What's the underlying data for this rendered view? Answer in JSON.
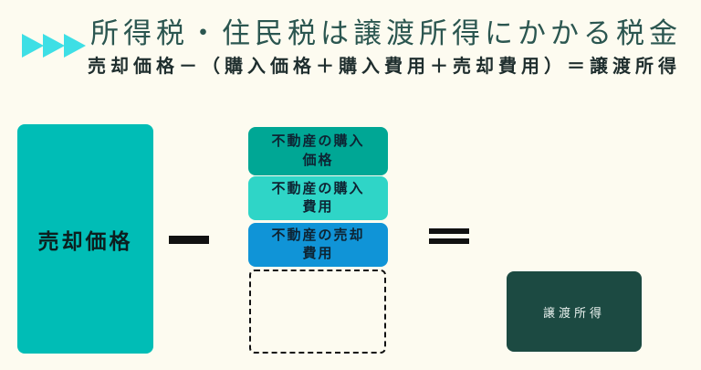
{
  "header": {
    "title": "所得税・住民税は譲渡所得にかかる税金",
    "formula": "売却価格－（購入価格＋購入費用＋売却費用）＝譲渡所得"
  },
  "colors": {
    "background": "#fdfbf0",
    "arrow": "#3edfe5",
    "title_text": "#2b5650",
    "formula_text": "#1f2e2e",
    "sale_price_box": "#00bdb6",
    "purchase_price_box": "#00a795",
    "purchase_cost_box": "#2fd5c7",
    "sale_cost_box": "#1094d7",
    "result_box": "#1c4a42",
    "result_text": "#eaf2ef",
    "operator": "#111111"
  },
  "diagram": {
    "sale_price_label": "売却価格",
    "minus_operator": "−",
    "stack": [
      {
        "line1": "不動産の購入",
        "line2": "価格"
      },
      {
        "line1": "不動産の購入",
        "line2": "費用"
      },
      {
        "line1": "不動産の売却",
        "line2": "費用"
      }
    ],
    "equals_operator": "=",
    "result_label": "譲渡所得"
  }
}
